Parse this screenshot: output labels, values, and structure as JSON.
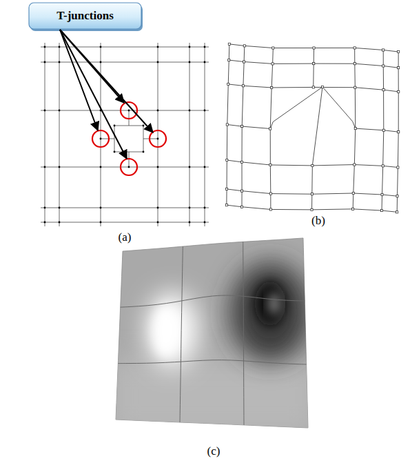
{
  "diagram": {
    "nodes": [
      {
        "text": [
          "T-junctions"
        ]
      }
    ],
    "edges": [],
    "labels": [
      "(a)",
      "(b)",
      "(c)"
    ]
  }
}
